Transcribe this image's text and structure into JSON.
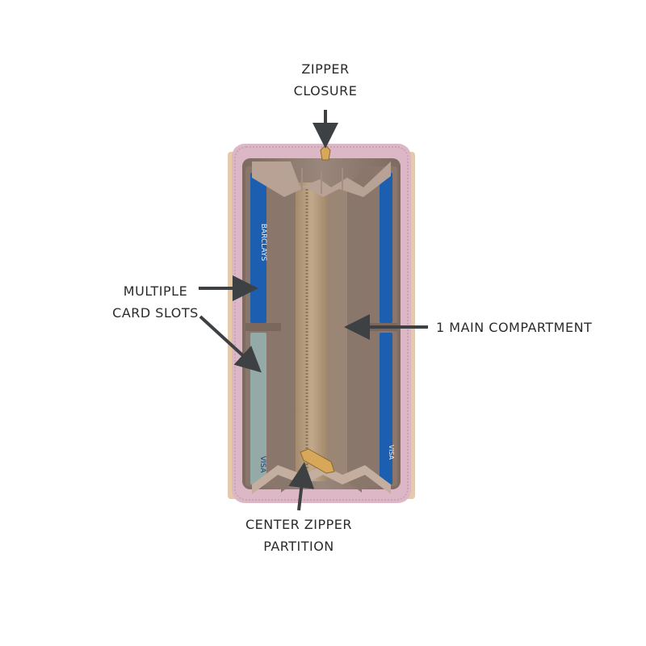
{
  "callouts": {
    "zipper_closure": {
      "line1": "ZIPPER",
      "line2": "CLOSURE"
    },
    "card_slots": {
      "line1": "MULTIPLE",
      "line2": "CARD SLOTS"
    },
    "main_compartment": {
      "line1": "1 MAIN COMPARTMENT"
    },
    "center_zipper": {
      "line1": "CENTER ZIPPER",
      "line2": "PARTITION"
    }
  },
  "cards": {
    "left_top_brand": "BARCLAYS",
    "left_bottom_brand": "VISA",
    "right_bottom_brand": "VISA"
  },
  "colors": {
    "outer_shell": "#dcb8c6",
    "lining": "#8e7b6f",
    "partition": "#b59c7e",
    "card_blue": "#1c5fb0",
    "arrow": "#3e4144",
    "text": "#2b2b2b"
  }
}
